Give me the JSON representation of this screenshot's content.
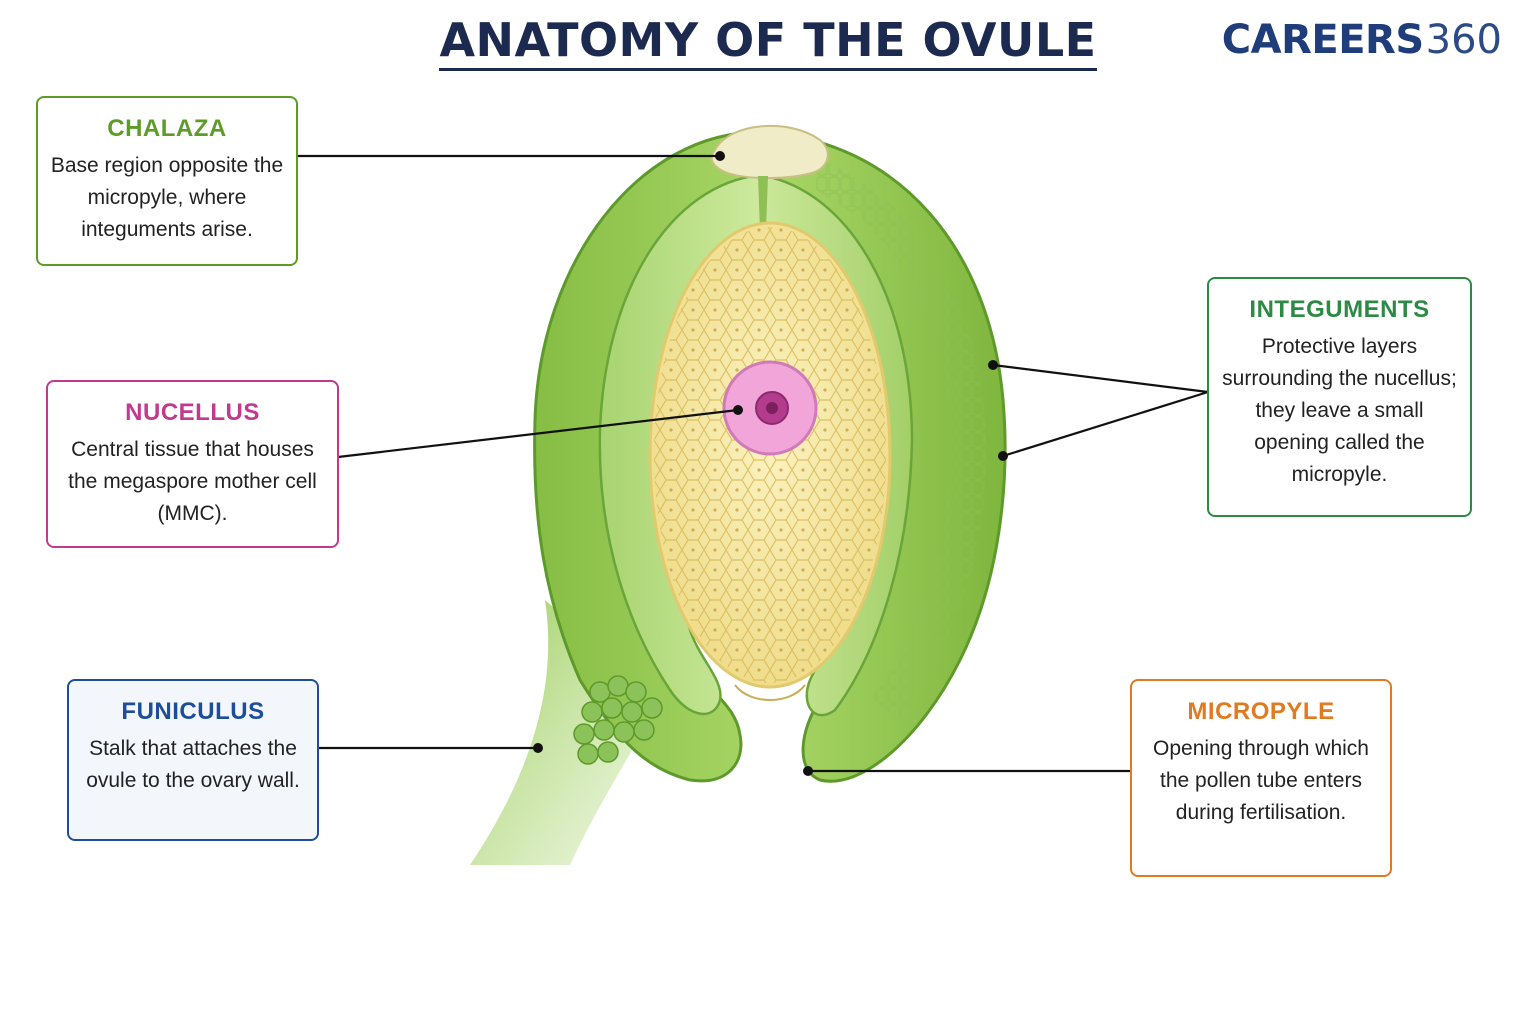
{
  "header": {
    "title": "ANATOMY OF THE OVULE",
    "brand_bold": "CAREERS",
    "brand_light": "360"
  },
  "labels": {
    "chalaza": {
      "title": "CHALAZA",
      "desc": "Base region opposite the micropyle, where integuments arise.",
      "color": "#5e9c2a",
      "bg": "#ffffff"
    },
    "nucellus": {
      "title": "NUCELLUS",
      "desc": "Central tissue that houses the megaspore mother cell (MMC).",
      "color": "#c23a8e",
      "bg": "#ffffff"
    },
    "funiculus": {
      "title": "FUNICULUS",
      "desc": "Stalk that attaches the ovule to the ovary wall.",
      "color": "#1e4e9a",
      "bg": "#f3f7fc"
    },
    "integuments": {
      "title": "INTEGUMENTS",
      "desc": "Protective layers surrounding the nucellus; they leave a small opening called the micropyle.",
      "color": "#2c8a45",
      "bg": "#ffffff"
    },
    "micropyle": {
      "title": "MICROPYLE",
      "desc": "Opening through which the pollen tube enters during fertilisation.",
      "color": "#e07b22",
      "bg": "#ffffff"
    }
  },
  "colors": {
    "outer_integument": "#9bcb5a",
    "inner_integument": "#bfe08a",
    "nucellus": "#f6eba4",
    "mmc": "#f2a5d8",
    "chalaza": "#f1ecc8"
  }
}
